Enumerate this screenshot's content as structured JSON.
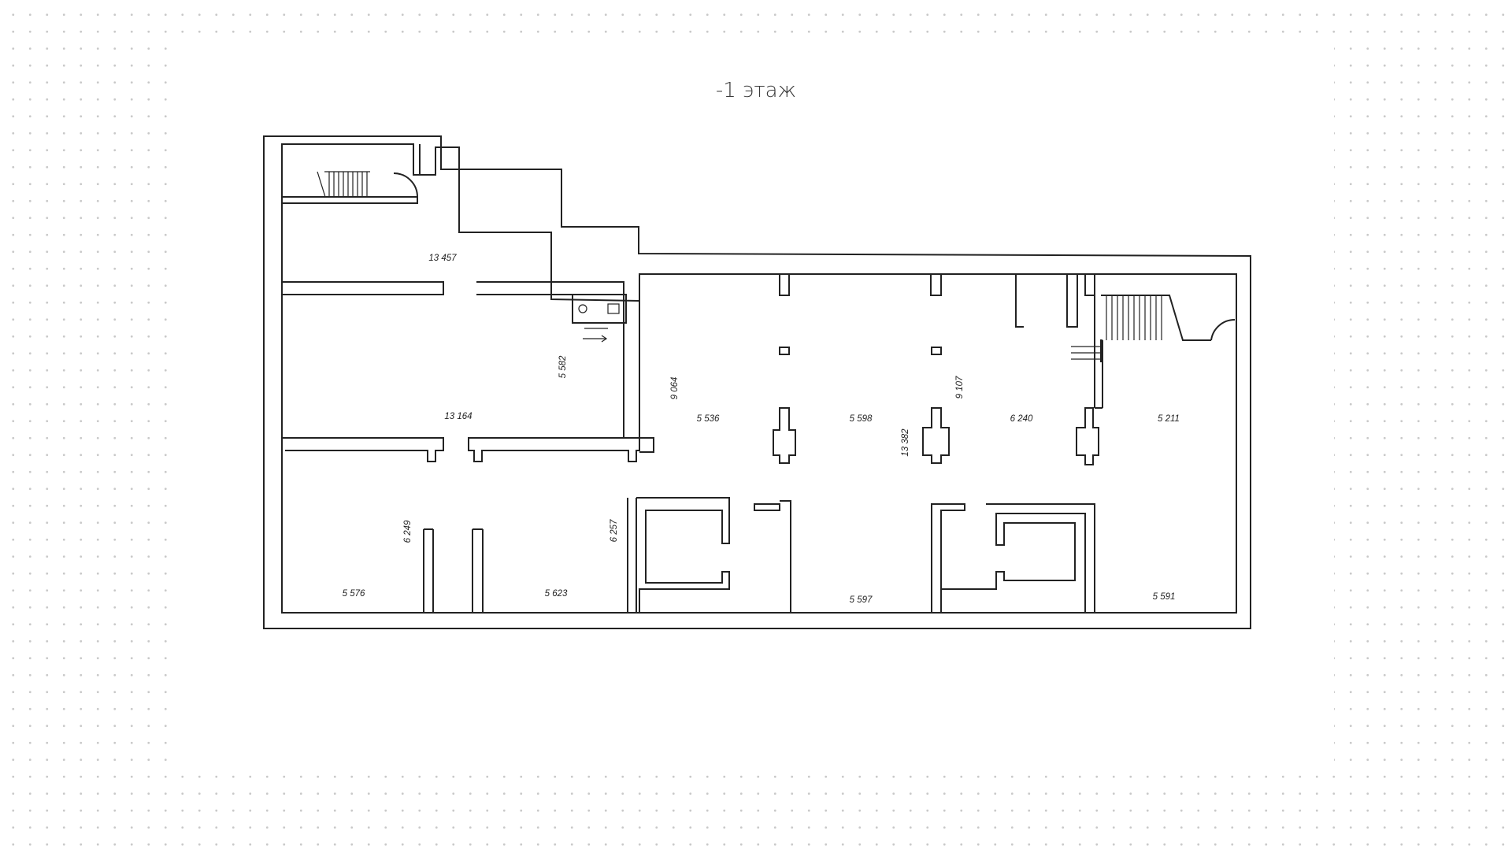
{
  "floor_title": "-1 этаж",
  "rooms": [
    {
      "id": "r1",
      "label": "13 457"
    },
    {
      "id": "r2",
      "label": "13 164"
    },
    {
      "id": "r3",
      "label": "5 576"
    },
    {
      "id": "r4",
      "label": "5 623"
    },
    {
      "id": "r5",
      "label": "5 536"
    },
    {
      "id": "r6",
      "label": "5 598"
    },
    {
      "id": "r7",
      "label": "6 240"
    },
    {
      "id": "r8",
      "label": "5 211"
    },
    {
      "id": "r9",
      "label": "5 597"
    },
    {
      "id": "r10",
      "label": "5 591"
    }
  ],
  "dimensions": [
    {
      "id": "d1",
      "label": "5 582"
    },
    {
      "id": "d2",
      "label": "9 064"
    },
    {
      "id": "d3",
      "label": "9 107"
    },
    {
      "id": "d4",
      "label": "13 382"
    },
    {
      "id": "d5",
      "label": "6 249"
    },
    {
      "id": "d6",
      "label": "6 257"
    }
  ]
}
